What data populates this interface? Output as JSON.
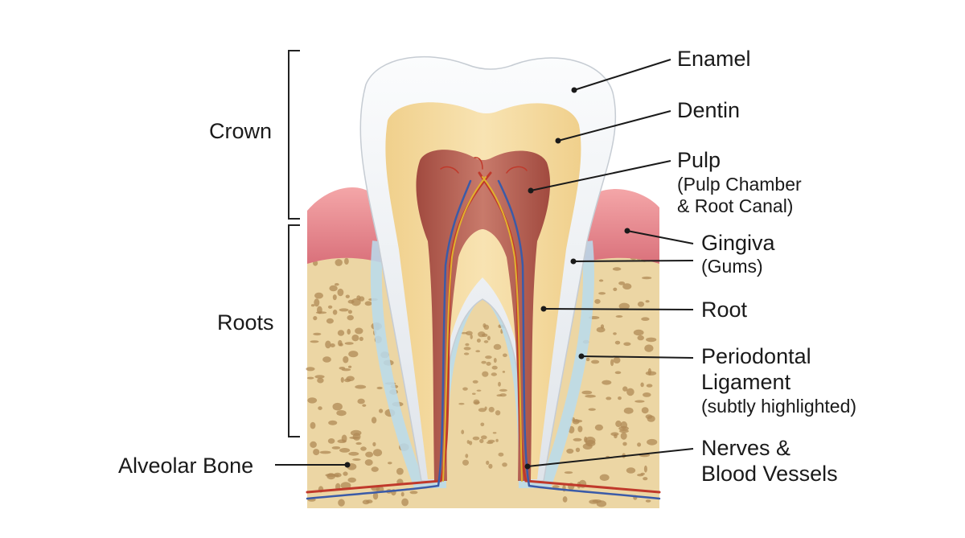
{
  "side_labels": {
    "crown": "Crown",
    "roots": "Roots",
    "alveolar_bone": "Alveolar Bone"
  },
  "labels": {
    "enamel": "Enamel",
    "dentin": "Dentin",
    "pulp": "Pulp",
    "pulp_sub_1": "(Pulp Chamber",
    "pulp_sub_2": "& Root Canal)",
    "gingiva": "Gingiva",
    "gingiva_sub": "(Gums)",
    "root": "Root",
    "periodontal_1": "Periodontal",
    "periodontal_2": "Ligament",
    "periodontal_sub": "(subtly highlighted)",
    "nerves_1": "Nerves &",
    "nerves_2": "Blood Vessels"
  },
  "colors": {
    "enamel": "#eef1f4",
    "dentin": "#f3d89a",
    "pulp": "#b4574b",
    "gingiva": "#e88a8f",
    "bone": "#ecd6a4",
    "bone_pore": "#b08a55",
    "ligament": "#b9dcef",
    "artery": "#c0392b",
    "vein": "#3b5ba8",
    "nerve": "#e0b22e"
  }
}
